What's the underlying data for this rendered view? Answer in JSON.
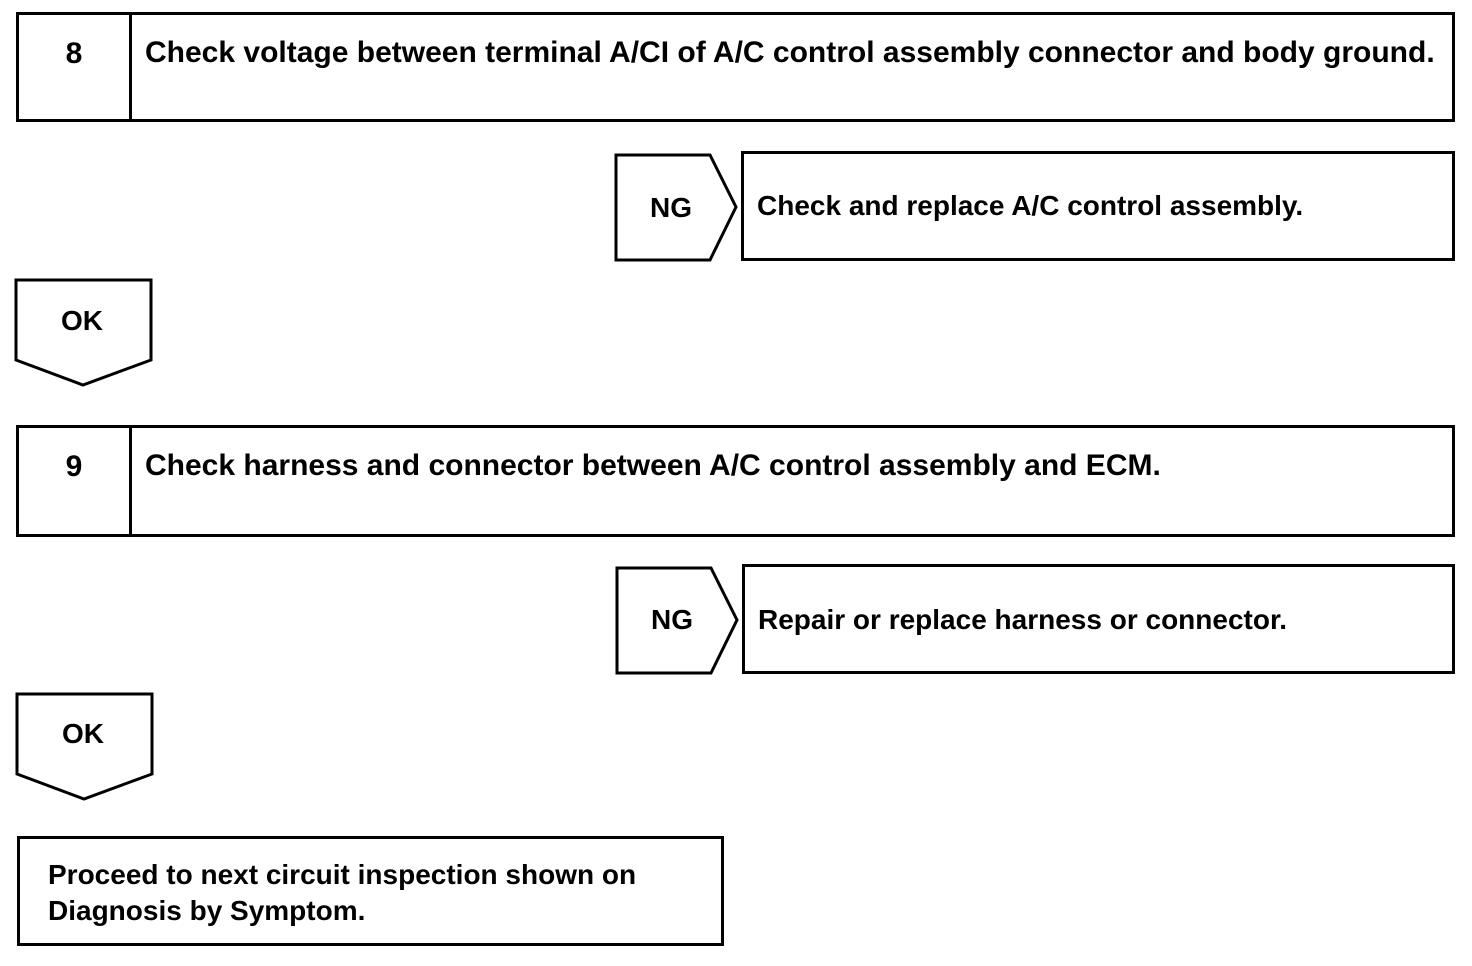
{
  "steps": [
    {
      "number": "8",
      "text": "Check voltage between terminal A/CI of A/C control assembly connector and body ground.",
      "ng_label": "NG",
      "ng_action": "Check and replace A/C control assembly.",
      "ok_label": "OK"
    },
    {
      "number": "9",
      "text": "Check harness and connector between A/C control assembly and ECM.",
      "ng_label": "NG",
      "ng_action": "Repair or replace harness or connector.",
      "ok_label": "OK"
    }
  ],
  "final": {
    "text": "Proceed to next circuit inspection shown on Diagnosis by Symptom."
  }
}
